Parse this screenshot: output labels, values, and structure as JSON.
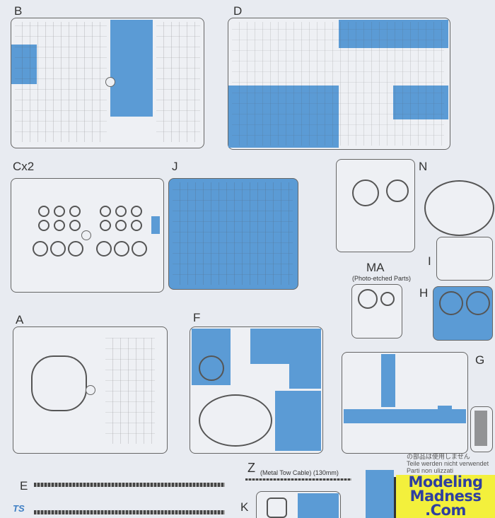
{
  "sprues": {
    "B": "B",
    "D": "D",
    "C": "Cx2",
    "J": "J",
    "N": "N",
    "I": "I",
    "MA": "MA",
    "MA_note": "(Photo-etched Parts)",
    "H": "H",
    "A": "A",
    "F": "F",
    "G": "G",
    "Z": "Z",
    "Z_note": "(Metal Tow Cable) (130mm)",
    "E": "E",
    "K": "K"
  },
  "unused_note": {
    "jp": "の部品は使用しません",
    "de": "Teile werden nicht verwendet",
    "it": "Parti non ulizzati"
  },
  "brand_mark": "TS",
  "watermark": {
    "line1": "Modeling",
    "line2": "Madness",
    "line3": ".Com"
  },
  "colors": {
    "highlight": "#5b9bd5",
    "logo_bg": "#f3f03c",
    "logo_text": "#2f3fa0"
  }
}
